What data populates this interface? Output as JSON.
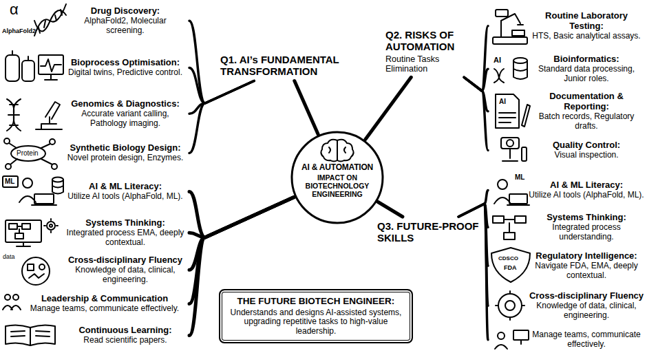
{
  "diagram": {
    "nodes": [
      {
        "text": [
          "AI & AUTOMATION",
          "IMPACT ON BIOTECHNOLOGY ENGINEERING"
        ]
      },
      {
        "text": [
          "Q1. AI’s FUNDAMENTAL TRANSFORMATION"
        ]
      },
      {
        "text": [
          "Drug Discovery:",
          "AlphaFold2, Molecular screening."
        ]
      },
      {
        "text": [
          "Bioprocess Optimisation:",
          "Digital twins, Predictive control."
        ]
      },
      {
        "text": [
          "Genomics & Diagnostics:",
          "Accurate variant calling, Pathology imaging."
        ]
      },
      {
        "text": [
          "Synthetic Biology Design:",
          "Novel protein design, Enzymes."
        ]
      },
      {
        "text": [
          "Q2. RISKS OF AUTOMATION",
          "Routine Tasks Elimination"
        ]
      },
      {
        "text": [
          "Routine Laboratory Testing:",
          "HTS, Basic analytical assays."
        ]
      },
      {
        "text": [
          "Bioinformatics:",
          "Standard data processing, Junior roles."
        ]
      },
      {
        "text": [
          "Documentation & Reporting:",
          "Batch records, Regulatory drafts."
        ]
      },
      {
        "text": [
          "Quality Control:",
          "Visual inspection."
        ]
      },
      {
        "text": [
          "Q3. FUTURE-PROOF SKILLS"
        ]
      },
      {
        "text": [
          "AI & ML Literacy:",
          "Utilize AI tools (AlphaFold, ML)."
        ]
      },
      {
        "text": [
          "Systems Thinking:",
          "Integrated process understanding."
        ]
      },
      {
        "text": [
          "Regulatory Intelligence:",
          "Navigate FDA, EMA, deeply contextual."
        ]
      },
      {
        "text": [
          "Cross-disciplinary Fluency",
          "Knowledge of data, clinical, engineering."
        ]
      },
      {
        "text": [
          "Manage teams, communicate effectively."
        ]
      },
      {
        "text": [
          "AI & ML Literacy:",
          "Utilize AI tools (AlphaFold, ML)."
        ]
      },
      {
        "text": [
          "Systems Thinking:",
          "Integrated process EMA, deeply contextual."
        ]
      },
      {
        "text": [
          "Cross-disciplinary Fluency",
          "Knowledge of data, clinical, engineering."
        ]
      },
      {
        "text": [
          "Leadership & Communication",
          "Manage teams, communicate effectively."
        ]
      },
      {
        "text": [
          "Continuous Learning:",
          "Read scientific papers."
        ]
      },
      {
        "text": [
          "THE FUTURE BIOTECH ENGINEER:",
          "Understands and designs AI-assisted systems, upgrading repetitive tasks to high-value leadership."
        ]
      }
    ],
    "edges": [
      {
        "from": 0,
        "to": 1,
        "arrow": "none"
      },
      {
        "from": 1,
        "to": 2,
        "arrow": "none"
      },
      {
        "from": 1,
        "to": 3,
        "arrow": "none"
      },
      {
        "from": 1,
        "to": 4,
        "arrow": "none"
      },
      {
        "from": 1,
        "to": 5,
        "arrow": "none"
      },
      {
        "from": 0,
        "to": 6,
        "arrow": "none"
      },
      {
        "from": 6,
        "to": 7,
        "arrow": "none"
      },
      {
        "from": 6,
        "to": 8,
        "arrow": "none"
      },
      {
        "from": 6,
        "to": 9,
        "arrow": "none"
      },
      {
        "from": 6,
        "to": 10,
        "arrow": "none"
      },
      {
        "from": 0,
        "to": 11,
        "arrow": "none"
      },
      {
        "from": 11,
        "to": 12,
        "arrow": "none"
      },
      {
        "from": 11,
        "to": 13,
        "arrow": "none"
      },
      {
        "from": 11,
        "to": 14,
        "arrow": "none"
      },
      {
        "from": 11,
        "to": 15,
        "arrow": "none"
      },
      {
        "from": 11,
        "to": 16,
        "arrow": "none"
      },
      {
        "from": 0,
        "to": 17,
        "arrow": "none"
      },
      {
        "from": 0,
        "to": 18,
        "arrow": "none"
      },
      {
        "from": 0,
        "to": 19,
        "arrow": "none"
      },
      {
        "from": 0,
        "to": 20,
        "arrow": "none"
      },
      {
        "from": 0,
        "to": 21,
        "arrow": "none"
      }
    ],
    "labels": [
      "α",
      "AlphaFold2",
      "Protein",
      "ML",
      "data",
      "AI",
      "AI",
      "ML",
      "CDSCO",
      "FDA"
    ]
  }
}
